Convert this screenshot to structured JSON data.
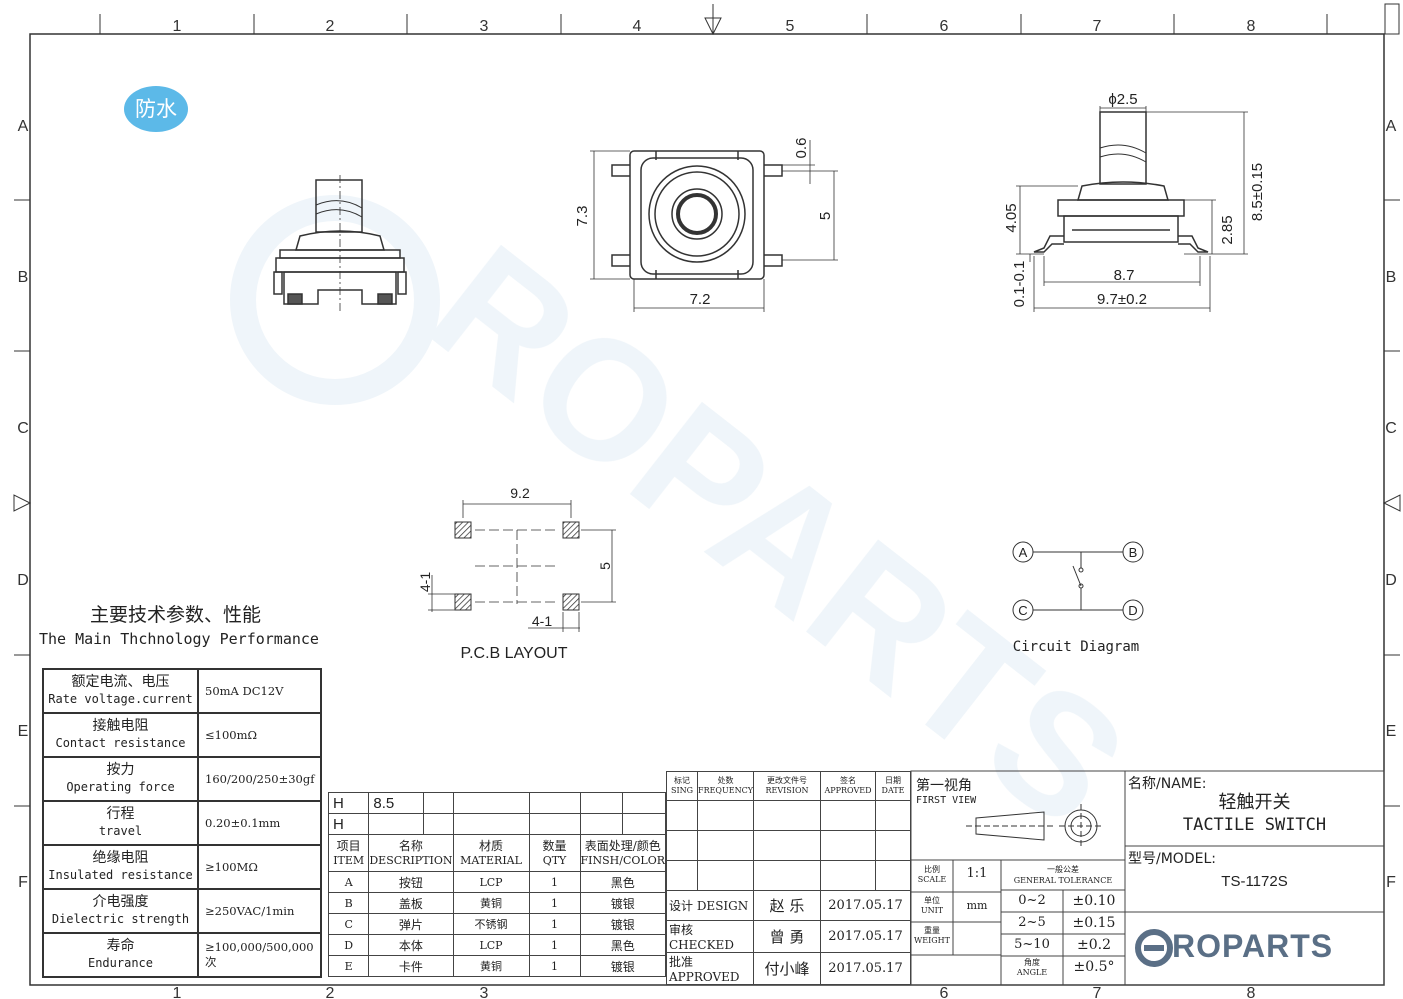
{
  "frame": {
    "top_numbers": [
      "1",
      "2",
      "3",
      "4",
      "5",
      "6",
      "7",
      "8"
    ],
    "bottom_numbers": [
      "1",
      "2",
      "3",
      "6",
      "7",
      "8"
    ],
    "side_letters": [
      "A",
      "B",
      "C",
      "D",
      "E",
      "F"
    ]
  },
  "badge": {
    "label": "防水"
  },
  "watermark": {
    "text": "ROPARTS"
  },
  "views": {
    "front": {
      "dim_width": "7.2",
      "dim_height": "7.3",
      "dim_pin_pitch": "5",
      "dim_pin": "0.6"
    },
    "side": {
      "dim_stem": "ϕ2.5",
      "dim_total": "8.5±0.15",
      "dim_body": "4.05",
      "dim_base": "2.85",
      "dim_standoff": "0.1-0.1",
      "dim_inner": "8.7",
      "dim_outer": "9.7±0.2"
    },
    "pcb": {
      "title": "P.C.B LAYOUT",
      "dim_pitch": "9.2",
      "dim_vertical": "5",
      "dim_pad_v": "4-1",
      "dim_pad_h": "4-1"
    },
    "circuit": {
      "title": "Circuit Diagram",
      "nodes": [
        "A",
        "B",
        "C",
        "D"
      ]
    }
  },
  "performance": {
    "title_cn": "主要技术参数、性能",
    "title_en": "The Main Thchnology Performance",
    "rows": [
      {
        "cn": "额定电流、电压",
        "en": "Rate voltage.current",
        "value": "50mA DC12V"
      },
      {
        "cn": "接触电阻",
        "en": "Contact resistance",
        "value": "≤100mΩ"
      },
      {
        "cn": "按力",
        "en": "Operating force",
        "value": "160/200/250±30gf"
      },
      {
        "cn": "行程",
        "en": "travel",
        "value": "0.20±0.1mm"
      },
      {
        "cn": "绝缘电阻",
        "en": "Insulated resistance",
        "value": "≥100MΩ"
      },
      {
        "cn": "介电强度",
        "en": "Dielectric strength",
        "value": "≥250VAC/1min"
      },
      {
        "cn": "寿命",
        "en": "Endurance",
        "value": "≥100,000/500,000次"
      }
    ]
  },
  "parts": {
    "h_rows": [
      {
        "label": "H",
        "value": "8.5"
      },
      {
        "label": "H",
        "value": ""
      }
    ],
    "headers": [
      {
        "cn": "项目",
        "en": "ITEM"
      },
      {
        "cn": "名称",
        "en": "DESCRIPTION"
      },
      {
        "cn": "材质",
        "en": "MATERIAL"
      },
      {
        "cn": "数量",
        "en": "QTY"
      },
      {
        "cn": "表面处理/颜色",
        "en": "FINSH/COLOR"
      }
    ],
    "rows": [
      {
        "item": "A",
        "desc": "按钮",
        "material": "LCP",
        "qty": "1",
        "finish": "黑色"
      },
      {
        "item": "B",
        "desc": "盖板",
        "material": "黄铜",
        "qty": "1",
        "finish": "镀银"
      },
      {
        "item": "C",
        "desc": "弹片",
        "material": "不锈钢",
        "qty": "1",
        "finish": "镀银"
      },
      {
        "item": "D",
        "desc": "本体",
        "material": "LCP",
        "qty": "1",
        "finish": "黑色"
      },
      {
        "item": "E",
        "desc": "卡件",
        "material": "黄铜",
        "qty": "1",
        "finish": "镀银"
      }
    ]
  },
  "revision": {
    "headers": [
      {
        "cn": "标记",
        "en": "SING"
      },
      {
        "cn": "处数",
        "en": "FREQUENCY"
      },
      {
        "cn": "更改文件号",
        "en": "REVISION"
      },
      {
        "cn": "签名",
        "en": "APPROVED"
      },
      {
        "cn": "日期",
        "en": "DATE"
      }
    ],
    "signoffs": [
      {
        "label": "设计 DESIGN",
        "name": "赵 乐",
        "date": "2017.05.17"
      },
      {
        "label": "审核 CHECKED",
        "name": "曾 勇",
        "date": "2017.05.17"
      },
      {
        "label": "批准 APPROVED",
        "name": "付小峰",
        "date": "2017.05.17"
      }
    ]
  },
  "projection": {
    "cn": "第一视角",
    "en": "FIRST VIEW"
  },
  "scale": {
    "label_cn": "比例",
    "label_en": "SCALE",
    "value": "1:1"
  },
  "unit": {
    "label_cn": "单位",
    "label_en": "UNIT",
    "value": "mm"
  },
  "weight": {
    "label_cn": "重量",
    "label_en": "WEIGHT"
  },
  "tolerance": {
    "title_cn": "一般公差",
    "title_en": "GENERAL TOLERANCE",
    "rows": [
      {
        "range": "0~2",
        "value": "±0.10"
      },
      {
        "range": "2~5",
        "value": "±0.15"
      },
      {
        "range": "5~10",
        "value": "±0.2"
      },
      {
        "range_cn": "角度",
        "range_en": "ANGLE",
        "value": "±0.5°"
      }
    ]
  },
  "title_block": {
    "name_label": "名称/NAME:",
    "name_cn": "轻触开关",
    "name_en": "TACTILE SWITCH",
    "model_label": "型号/MODEL:",
    "model": "TS-1172S",
    "logo": "ROPARTS"
  }
}
